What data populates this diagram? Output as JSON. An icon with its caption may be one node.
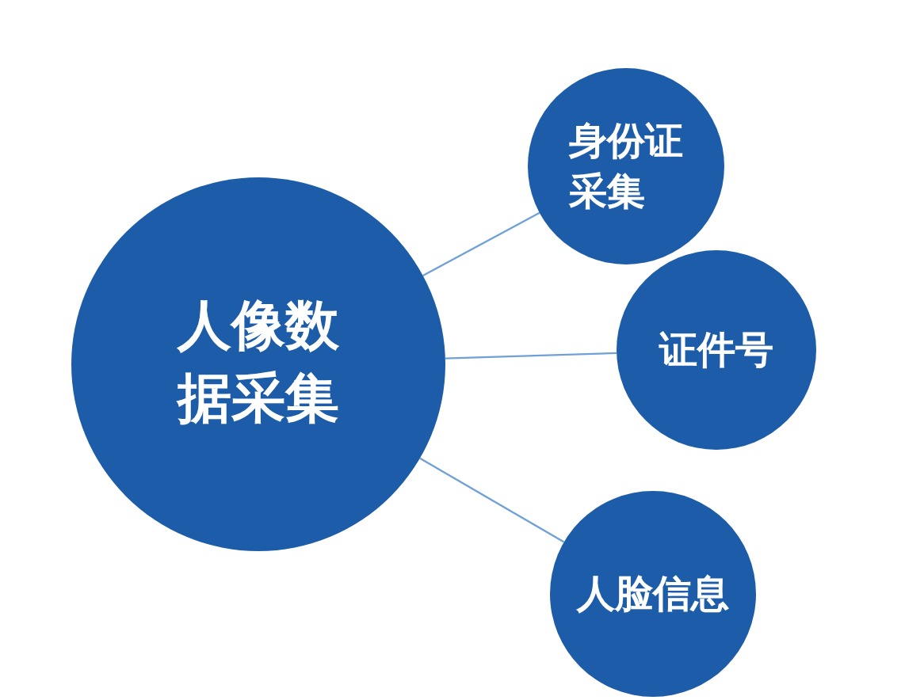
{
  "diagram": {
    "nodes": [
      {
        "text": [
          "人像数据采集"
        ]
      },
      {
        "text": [
          "身份证采集"
        ]
      },
      {
        "text": [
          "证件号"
        ]
      },
      {
        "text": [
          "人脸信息"
        ]
      }
    ],
    "edges": [
      {
        "from": 0,
        "to": 1,
        "arrow": "none"
      },
      {
        "from": 0,
        "to": 2,
        "arrow": "none"
      },
      {
        "from": 0,
        "to": 3,
        "arrow": "none"
      }
    ]
  }
}
